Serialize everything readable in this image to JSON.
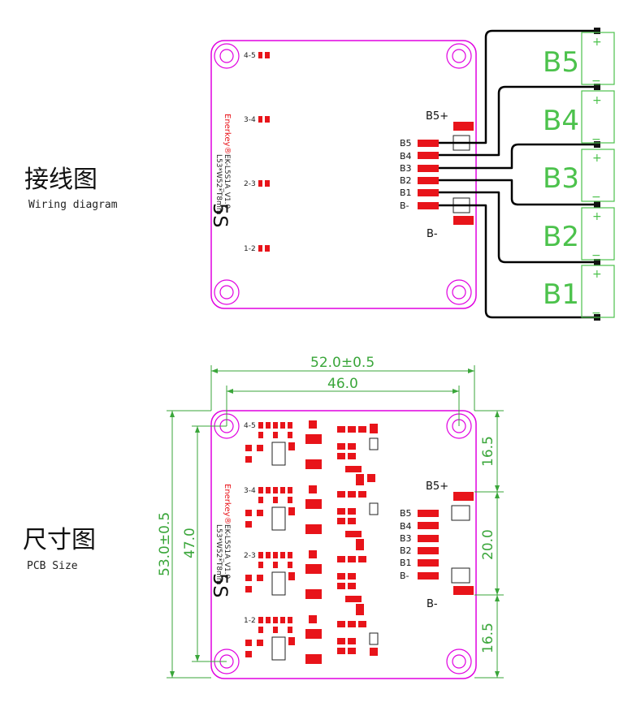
{
  "colors": {
    "board_outline": "#e000e0",
    "pad": "#e8141a",
    "cell_text": "#4cc24c",
    "dimension": "#3aa63a",
    "brand_text": "#e8141a",
    "wire": "#000000"
  },
  "wiring": {
    "title": "接线图",
    "subtitle": "Wiring diagram",
    "brand": "Enerkey®",
    "model": "EK-L5S1A_V1.0",
    "size_code": "L53*W52*T8mm",
    "series": "5S",
    "stage_labels": [
      "4-5",
      "3-4",
      "2-3",
      "1-2"
    ],
    "top_pad_label": "B5+",
    "bottom_pad_label": "B-",
    "pad_labels": [
      "B5",
      "B4",
      "B3",
      "B2",
      "B1",
      "B-"
    ],
    "cells": [
      "B5",
      "B4",
      "B3",
      "B2",
      "B1"
    ],
    "cell_plus": "+",
    "cell_minus": "−"
  },
  "size": {
    "title": "尺寸图",
    "subtitle": "PCB Size",
    "brand": "Enerkey®",
    "model": "EK-L5S1A_V1.0",
    "size_code": "L53*W52*T8mm",
    "series": "5S",
    "stage_labels": [
      "4-5",
      "3-4",
      "2-3",
      "1-2"
    ],
    "top_pad_label": "B5+",
    "bottom_pad_label": "B-",
    "pad_labels": [
      "B5",
      "B4",
      "B3",
      "B2",
      "B1",
      "B-"
    ],
    "dim_width_outer": "52.0±0.5",
    "dim_width_inner": "46.0",
    "dim_height_outer": "53.0±0.5",
    "dim_height_inner": "47.0",
    "dim_right_top": "16.5",
    "dim_right_mid": "20.0",
    "dim_right_bottom": "16.5"
  }
}
